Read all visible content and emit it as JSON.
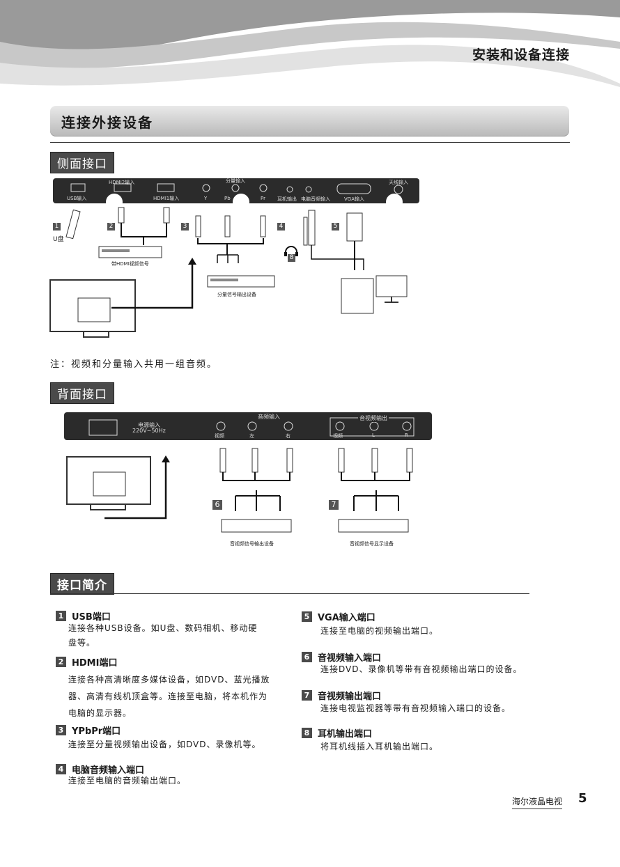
{
  "header": {
    "chapter_title": "安装和设备连接"
  },
  "section": {
    "title": "连接外接设备"
  },
  "side": {
    "tag": "侧面接口",
    "ports": {
      "usb": "USB输入",
      "hdmi2": "HDMI2输入",
      "hdmi1": "HDMI1输入",
      "component_group": "分量输入",
      "y": "Y",
      "pb": "Pb",
      "pr": "Pr",
      "earphone": "耳机输出",
      "pc_audio": "电脑音频输入",
      "vga": "VGA输入",
      "antenna": "天线输入"
    },
    "numbers": {
      "n1": "1",
      "n2": "2",
      "n3": "3",
      "n4": "4",
      "n5": "5",
      "n8": "8"
    },
    "usb_disk": "U盘",
    "hdmi_device": "带HDMI视频信号",
    "component_device": "分量信号输出设备",
    "note": "注：视频和分量输入共用一组音频。"
  },
  "back": {
    "tag": "背面接口",
    "ports": {
      "power": "电源输入",
      "power_spec": "220V~50Hz",
      "audio_in_group": "音频输入",
      "video": "视频",
      "left": "左",
      "right": "右",
      "av_out_group": "音视频输出",
      "out_video": "视频",
      "out_l": "L",
      "out_r": "R"
    },
    "numbers": {
      "n6": "6",
      "n7": "7"
    },
    "av_out_device": "音视频信号输出设备",
    "display_device": "音视频信号显示设备"
  },
  "intro": {
    "tag": "接口简介",
    "items": [
      {
        "num": "1",
        "title": "USB端口",
        "lines": [
          "连接各种USB设备。如U盘、数码相机、移动硬",
          "盘等。"
        ]
      },
      {
        "num": "2",
        "title": "HDMI端口",
        "lines": [
          "连接各种高清晰度多媒体设备，如DVD、蓝光播放",
          "器、高清有线机顶盒等。连接至电脑，将本机作为",
          "电脑的显示器。"
        ]
      },
      {
        "num": "3",
        "title": "YPbPr端口",
        "lines": [
          "连接至分量视频输出设备，如DVD、录像机等。"
        ]
      },
      {
        "num": "4",
        "title": "电脑音频输入端口",
        "lines": [
          "连接至电脑的音频输出端口。"
        ]
      },
      {
        "num": "5",
        "title": "VGA输入端口",
        "lines": [
          "连接至电脑的视频输出端口。"
        ]
      },
      {
        "num": "6",
        "title": "音视频输入端口",
        "lines": [
          "连接DVD、录像机等带有音视频输出端口的设备。"
        ]
      },
      {
        "num": "7",
        "title": "音视频输出端口",
        "lines": [
          "连接电视监视器等带有音视频输入端口的设备。"
        ]
      },
      {
        "num": "8",
        "title": "耳机输出端口",
        "lines": [
          "将耳机线插入耳机输出端口。"
        ]
      }
    ]
  },
  "footer": {
    "brand": "海尔液晶电视",
    "page": "5"
  }
}
